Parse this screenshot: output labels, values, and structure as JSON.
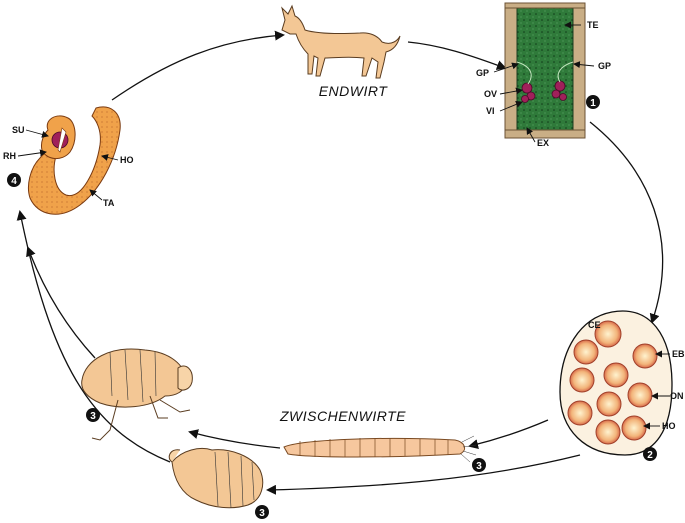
{
  "labels": {
    "endwirt": "ENDWIRT",
    "zwischenwirte": "ZWISCHENWIRTE"
  },
  "proglottid": {
    "te": "TE",
    "gp_left": "GP",
    "gp_right": "GP",
    "ov": "OV",
    "vi": "VI",
    "ex": "EX"
  },
  "egg_packet": {
    "ce": "CE",
    "eb": "EB",
    "on": "ON",
    "ho": "HO"
  },
  "cysticercoid": {
    "su": "SU",
    "rh": "RH",
    "ho": "HO",
    "ta": "TA"
  },
  "stages": {
    "s1": "1",
    "s2": "2",
    "s3_larva": "3",
    "s3_flea": "3",
    "s3_louse": "3",
    "s4": "4"
  },
  "colors": {
    "host_fill": "#f3c795",
    "proglottid_fill": "#2f7a3a",
    "proglottid_border": "#b99a72",
    "egg_fill": "#f2b47a",
    "egg_ring": "#d86a4a",
    "larva_fill": "#f6c79e",
    "cyst_fill": "#f0a24a",
    "organ": "#a0205a"
  }
}
